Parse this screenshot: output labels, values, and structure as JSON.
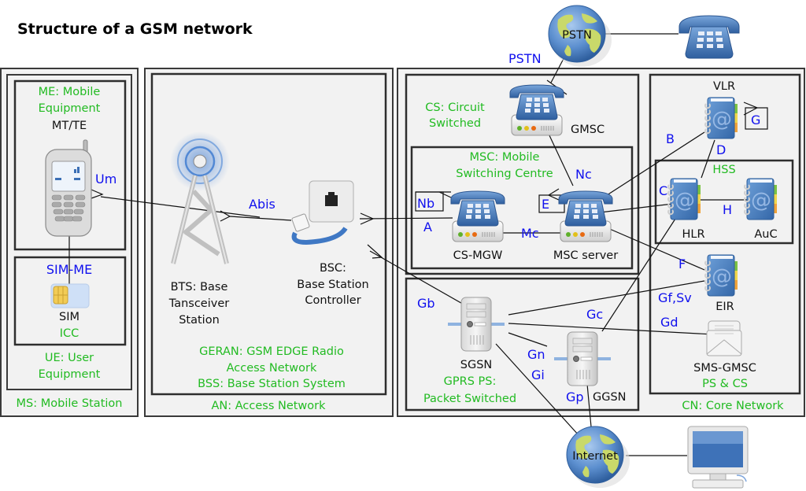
{
  "title": "Structure of a GSM network",
  "areas": {
    "ms": {
      "label": "MS: Mobile Station"
    },
    "ue": {
      "label_line1": "UE: User",
      "label_line2": "Equipment"
    },
    "me": {
      "label_line1": "ME: Mobile",
      "label_line2": "Equipment",
      "device": "MT/TE"
    },
    "sim_box": {
      "interface": "SIM-ME",
      "device": "SIM",
      "sub": "ICC"
    },
    "an": {
      "label": "AN: Access Network"
    },
    "geran": {
      "line1": "GERAN: GSM EDGE Radio",
      "line2": "Access Network",
      "line3": "BSS: Base Station System"
    },
    "bts": {
      "line1": "BTS: Base",
      "line2": "Tansceiver",
      "line3": "Station"
    },
    "bsc": {
      "line1": "BSC:",
      "line2": "Base Station",
      "line3": "Controller"
    },
    "cs": {
      "line1": "CS: Circuit",
      "line2": "Switched"
    },
    "msc": {
      "line1": "MSC: Mobile",
      "line2": "Switching Centre"
    },
    "gprs": {
      "line1": "GPRS PS:",
      "line2": "Packet Switched"
    },
    "cn": {
      "label": "CN: Core Network",
      "ps_cs": "PS & CS"
    },
    "hss": {
      "label": "HSS"
    }
  },
  "nodes": {
    "gmsc": "GMSC",
    "cs_mgw": "CS-MGW",
    "msc_server": "MSC server",
    "sgsn": "SGSN",
    "ggsn": "GGSN",
    "vlr": "VLR",
    "hlr": "HLR",
    "auc": "AuC",
    "eir": "EIR",
    "sms_gmsc": "SMS-GMSC",
    "pstn": "PSTN",
    "internet": "Internet"
  },
  "interfaces": {
    "um": "Um",
    "abis": "Abis",
    "pstn": "PSTN",
    "a": "A",
    "nb": "Nb",
    "mc": "Mc",
    "nc": "Nc",
    "e": "E",
    "b": "B",
    "d": "D",
    "g": "G",
    "c": "C",
    "h": "H",
    "f": "F",
    "gf_sv": "Gf,Sv",
    "gd": "Gd",
    "gb": "Gb",
    "gc": "Gc",
    "gn": "Gn",
    "gi": "Gi",
    "gp": "Gp"
  },
  "icons": [
    "mobile-phone-icon",
    "sim-card-icon",
    "radio-tower-icon",
    "network-port-icon",
    "desk-phone-icon",
    "server-icon",
    "address-book-icon",
    "envelope-icon",
    "globe-icon",
    "computer-icon"
  ]
}
